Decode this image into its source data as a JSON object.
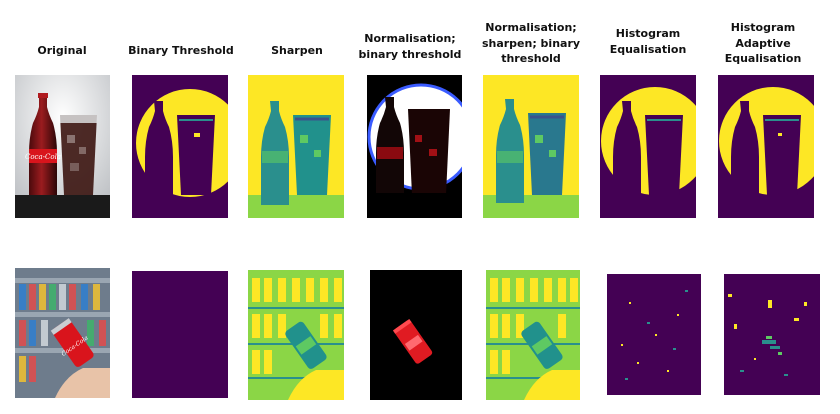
{
  "columns": [
    {
      "id": "original",
      "title": "Original"
    },
    {
      "id": "binary",
      "title": "Binary Threshold"
    },
    {
      "id": "sharpen",
      "title": "Sharpen"
    },
    {
      "id": "norm-binary",
      "title": "Normalisation; binary threshold"
    },
    {
      "id": "norm-sharpen-binary",
      "title": "Normalisation; sharpen; binary threshold"
    },
    {
      "id": "hist-eq",
      "title": "Histogram Equalisation"
    },
    {
      "id": "hist-adaptive",
      "title": "Histogram Adaptive Equalisation"
    }
  ],
  "rows": [
    {
      "id": "bottle-glass",
      "label_text": "Coca-Cola"
    },
    {
      "id": "can-in-hand",
      "label_text": "Coca-Cola"
    }
  ],
  "colors": {
    "viridis_dark": "#440154",
    "viridis_teal": "#2a8f8d",
    "viridis_green": "#5ec962",
    "viridis_yellow": "#fde725",
    "coke_red": "#e01b22",
    "black": "#000000"
  }
}
